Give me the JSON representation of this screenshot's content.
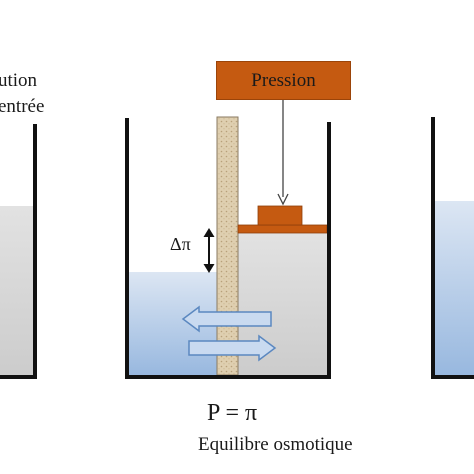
{
  "left_label": {
    "line1": "ution",
    "line2": "entrée"
  },
  "pressure_label": "Pression",
  "delta_label": "Δπ",
  "equation": "P = π",
  "caption": "Equilibre osmotique",
  "colors": {
    "solution": "#b4cbe6",
    "solvent": "#d8d8d8",
    "membrane": "#ddc9a8",
    "piston": "#c55a11",
    "arrow_fill": "#c9daf0",
    "arrow_stroke": "#5b88c0",
    "wall": "#111111"
  },
  "icons": [
    "arrow-left-icon",
    "arrow-right-icon",
    "down-arrow-icon",
    "double-arrow-icon"
  ]
}
